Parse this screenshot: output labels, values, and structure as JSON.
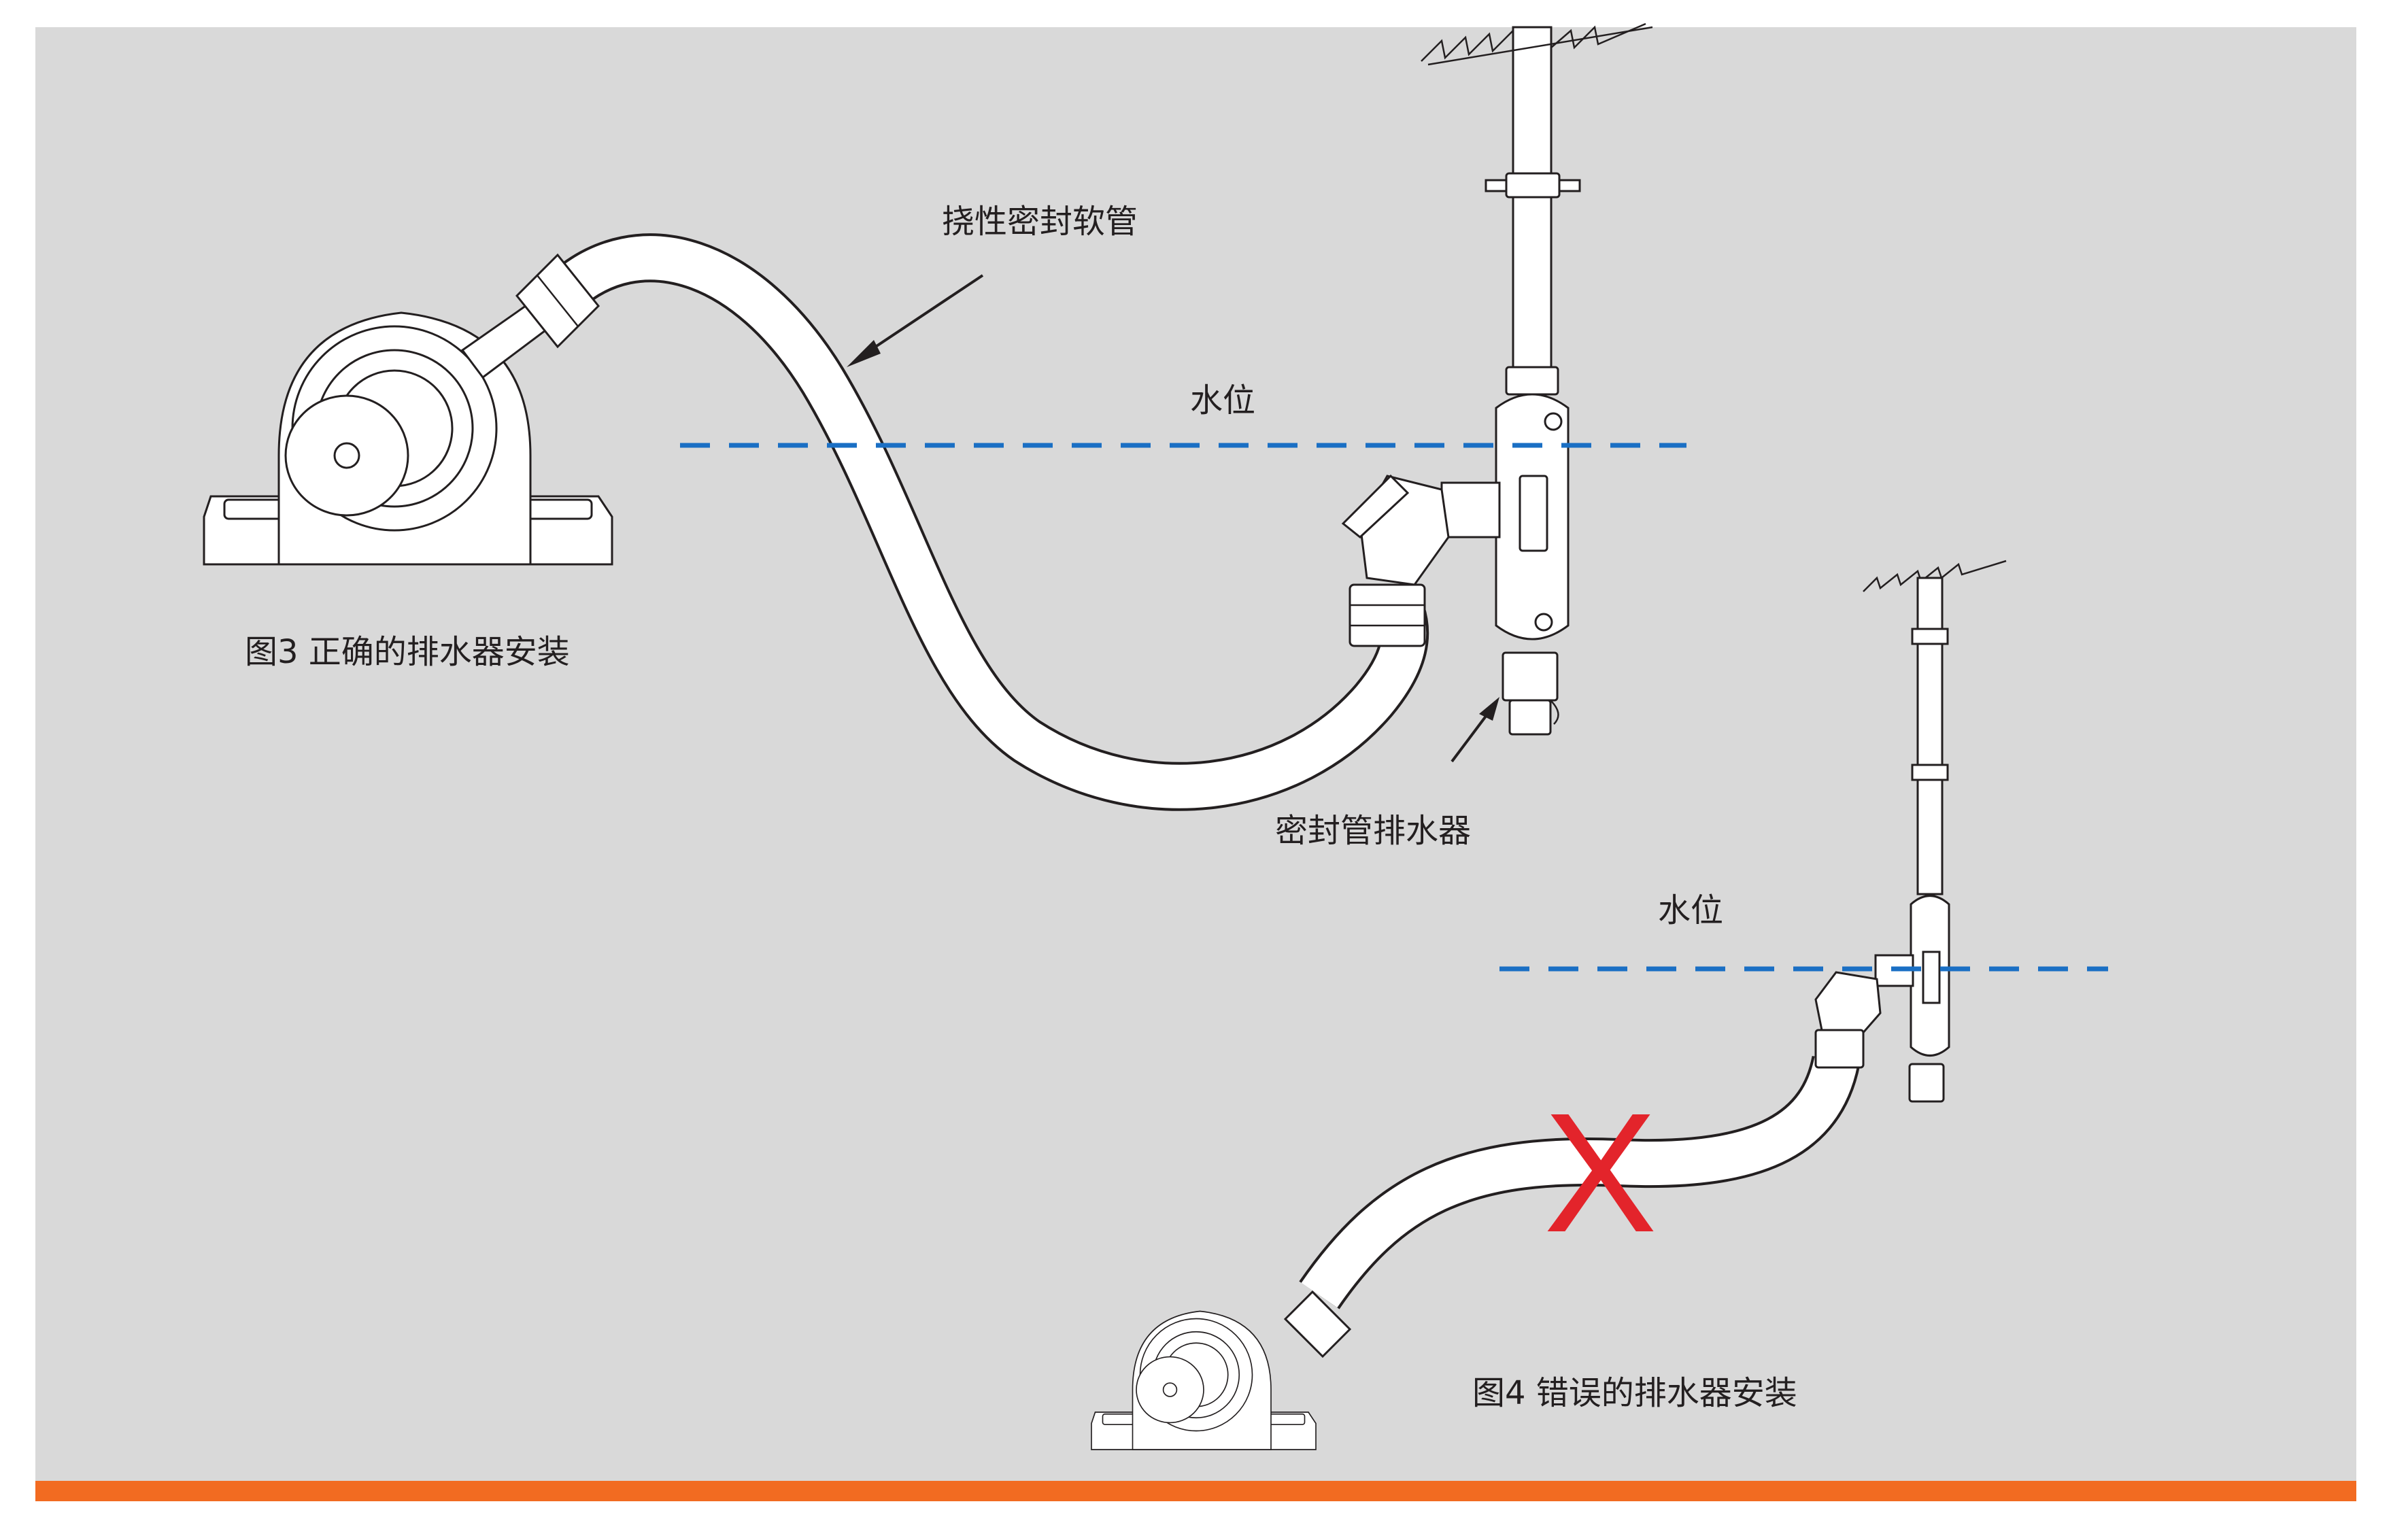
{
  "figure3": {
    "caption": "图3   正确的排水器安装",
    "hose_label": "挠性密封软管",
    "water_label": "水位",
    "drain_label": "密封管排水器"
  },
  "figure4": {
    "caption": "图4  错误的排水器安装",
    "water_label": "水位",
    "wrong_mark": "X"
  },
  "colors": {
    "background": "#d9d9d9",
    "bottom_bar": "#f26b21",
    "water_line": "#1a6fc4",
    "wrong_mark": "#e3242b",
    "line": "#231f20"
  }
}
